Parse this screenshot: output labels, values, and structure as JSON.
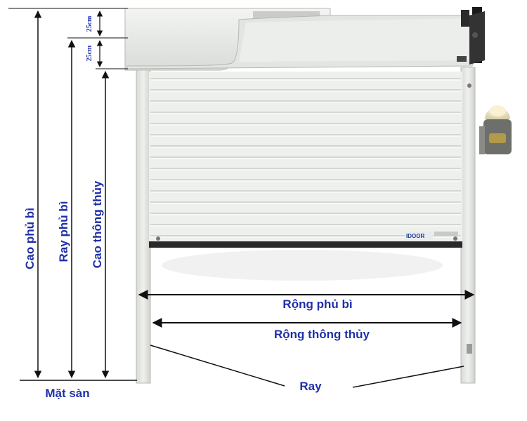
{
  "labels": {
    "cao_phu_bi": "Cao phủ bì",
    "ray_phu_bi": "Ray phủ bì",
    "cao_thong_thuy": "Cao thông thủy",
    "top_gap_1": "25cm",
    "top_gap_2": "25cm",
    "rong_phu_bi": "Rộng phủ bì",
    "rong_thong_thuy": "Rộng thông thủy",
    "ray": "Ray",
    "mat_san": "Mặt sàn",
    "logo": "IDOOR"
  },
  "colors": {
    "label_blue": "#1f2fa8",
    "door_fill": "#eef0ee",
    "slat_line": "#b9bcbb",
    "rail_fill": "#e7e8e4",
    "dimension_line": "#111111"
  }
}
